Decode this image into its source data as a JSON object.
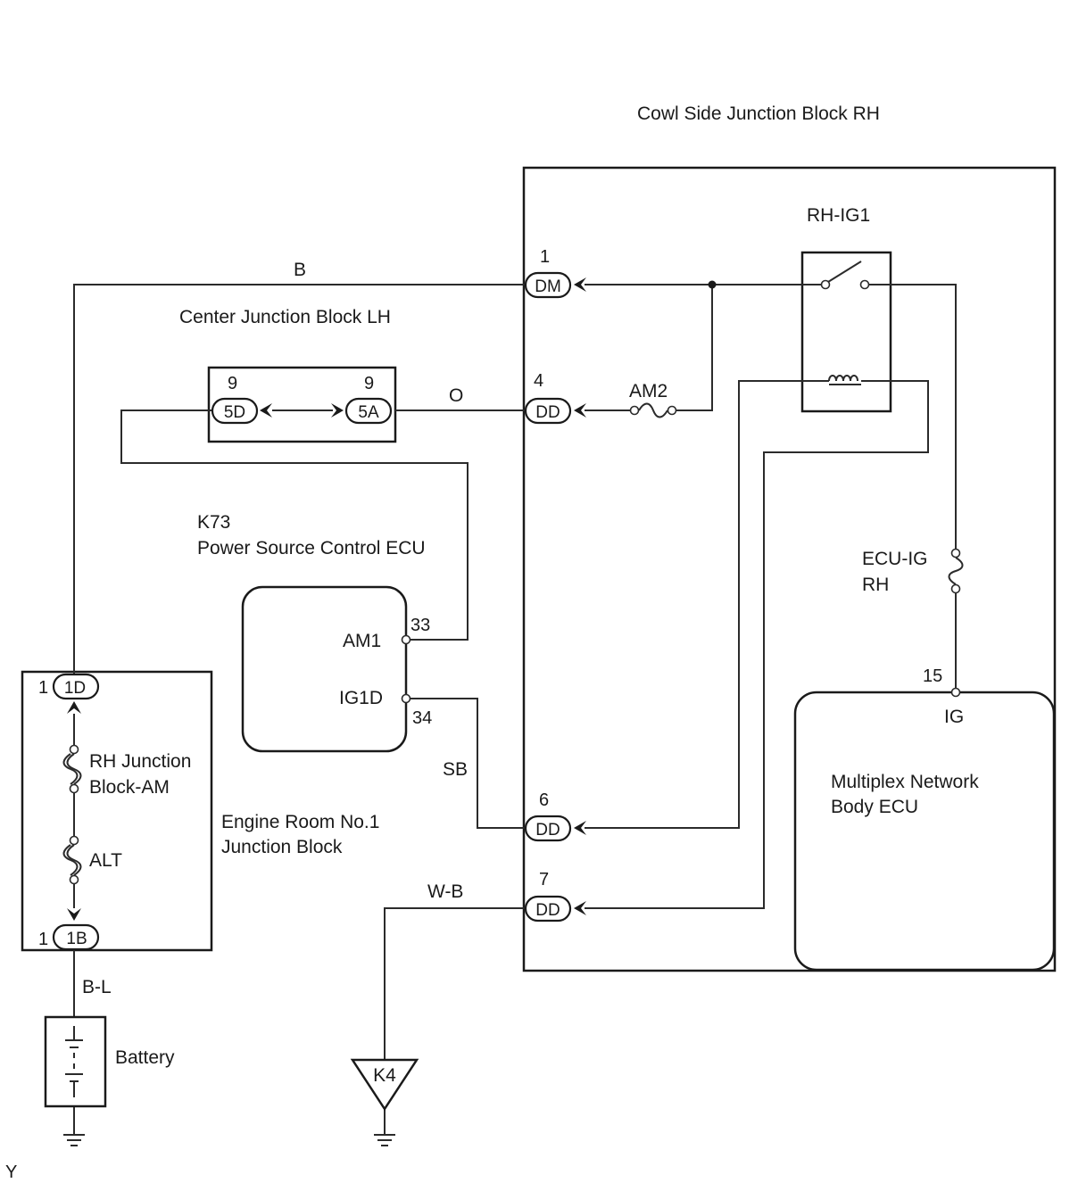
{
  "labels": {
    "cowl_block": "Cowl Side Junction Block RH",
    "rh_ig1": "RH-IG1",
    "center_block": "Center Junction Block LH",
    "k73_code": "K73",
    "k73_name": "Power Source Control ECU",
    "ecu_ig_line1": "ECU-IG",
    "ecu_ig_line2": "RH",
    "multiplex_line1": "Multiplex Network",
    "multiplex_line2": "Body ECU",
    "engine_block_line1": "Engine Room No.1",
    "engine_block_line2": "Junction Block",
    "rh_junction_line1": "RH Junction",
    "rh_junction_line2": "Block-AM",
    "alt_fuse": "ALT",
    "am2_fuse": "AM2",
    "battery": "Battery",
    "ground_k4": "K4",
    "corner_mark": "Y"
  },
  "wires": {
    "b": "B",
    "o": "O",
    "sb": "SB",
    "wb": "W-B",
    "bl": "B-L"
  },
  "connectors": {
    "dm": {
      "name": "DM",
      "pin": "1"
    },
    "dd4": {
      "name": "DD",
      "pin": "4"
    },
    "dd6": {
      "name": "DD",
      "pin": "6"
    },
    "dd7": {
      "name": "DD",
      "pin": "7"
    },
    "c5d": {
      "name": "5D",
      "pin": "9"
    },
    "c5a": {
      "name": "5A",
      "pin": "9"
    },
    "c1d": {
      "name": "1D",
      "pin": "1"
    },
    "c1b": {
      "name": "1B",
      "pin": "1"
    }
  },
  "ecu_pins": {
    "am1": {
      "name": "AM1",
      "pin": "33"
    },
    "ig1d": {
      "name": "IG1D",
      "pin": "34"
    },
    "ig": {
      "name": "IG",
      "pin": "15"
    }
  }
}
